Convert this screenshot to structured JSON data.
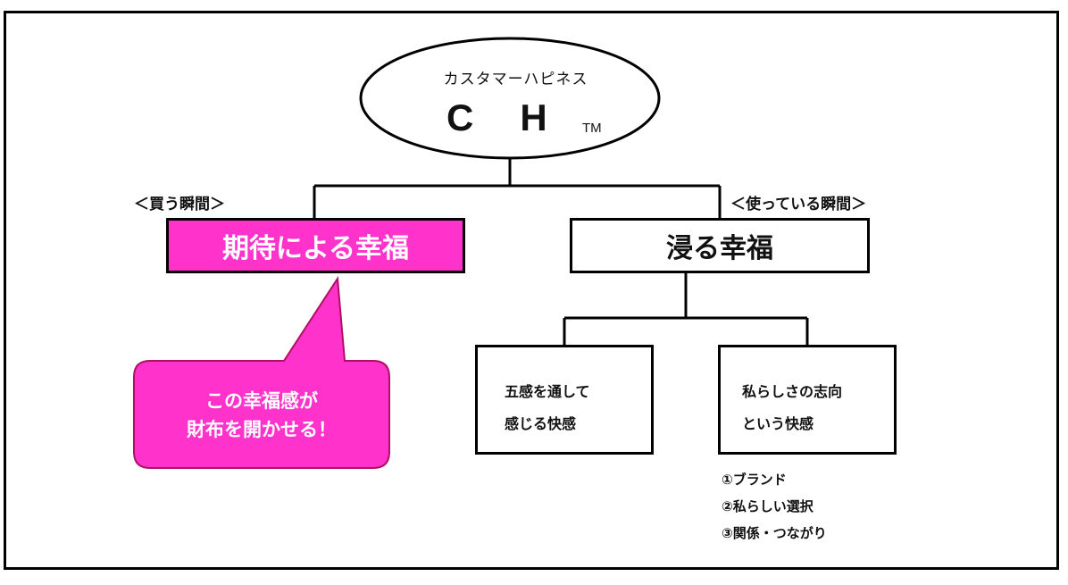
{
  "diagram": {
    "root": {
      "subtitle": "カスタマーハピネス",
      "letters": [
        "C",
        "H"
      ],
      "trademark": "TM"
    },
    "branches": [
      {
        "moment_label": "＜買う瞬間＞",
        "title": "期待による幸福",
        "highlight_color": "#ff33cc",
        "callout": {
          "lines": [
            "この幸福感が",
            "財布を開かせる！"
          ],
          "color": "#ff33cc"
        }
      },
      {
        "moment_label": "＜使っている瞬間＞",
        "title": "浸る幸福",
        "children": [
          {
            "lines": [
              "五感を通して",
              "感じる快感"
            ]
          },
          {
            "lines": [
              "私らしさの志向",
              "という快感"
            ],
            "sub_items": [
              "①ブランド",
              "②私らしい選択",
              "③関係・つながり"
            ]
          }
        ]
      }
    ]
  }
}
